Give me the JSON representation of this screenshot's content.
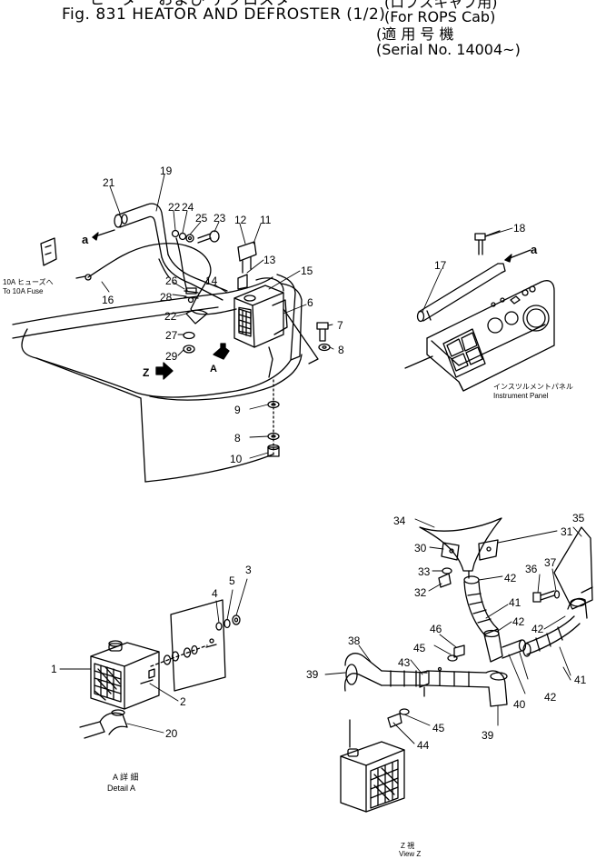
{
  "header": {
    "top_line": "ヒーター および デフロスター",
    "title": "Fig. 831  HEATOR AND DEFROSTER (1/2)",
    "cab_jp": "ロプスキャブ用",
    "cab_en": "For ROPS Cab",
    "serial_jp": "適 用 号 機",
    "serial_en": "Serial No. 14004~"
  },
  "labels": {
    "fuse_jp": "10A ヒューズへ",
    "fuse_en": "To 10A Fuse",
    "panel_jp": "インスツルメントパネル",
    "panel_en": "Instrument Panel",
    "detail_jp": "A  詳  細",
    "detail_en": "Detail  A",
    "view_jp": "Z   視",
    "view_en": "View Z",
    "arrow_a": "a",
    "arrow_z": "Z",
    "arrow_big_a": "A"
  },
  "callouts": {
    "p1": "1",
    "p2": "2",
    "p3": "3",
    "p4": "4",
    "p5": "5",
    "p6": "6",
    "p7": "7",
    "p8a": "8",
    "p8b": "8",
    "p9": "9",
    "p10": "10",
    "p11": "11",
    "p12": "12",
    "p13": "13",
    "p14": "14",
    "p15": "15",
    "p16": "16",
    "p17": "17",
    "p18": "18",
    "p19": "19",
    "p20": "20",
    "p21": "21",
    "p22a": "22",
    "p22b": "22",
    "p23": "23",
    "p24": "24",
    "p25": "25",
    "p26": "26",
    "p27": "27",
    "p28": "28",
    "p29": "29",
    "p30": "30",
    "p31": "31",
    "p32": "32",
    "p33": "33",
    "p34": "34",
    "p35": "35",
    "p36": "36",
    "p37": "37",
    "p38": "38",
    "p39a": "39",
    "p39b": "39",
    "p40": "40",
    "p41a": "41",
    "p41b": "41",
    "p42a": "42",
    "p42b": "42",
    "p42c": "42",
    "p42d": "42",
    "p43": "43",
    "p44": "44",
    "p45a": "45",
    "p45b": "45",
    "p46": "46"
  }
}
